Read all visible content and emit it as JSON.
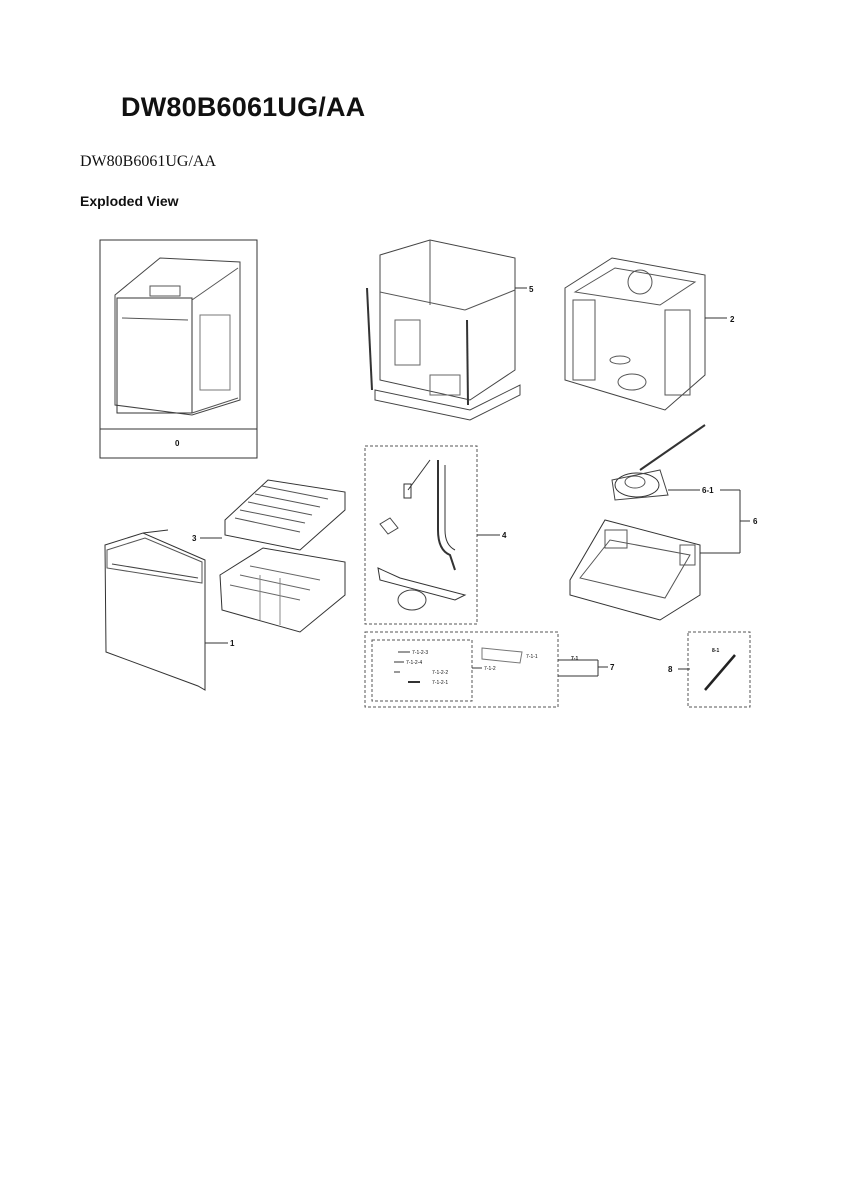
{
  "header": {
    "title": "DW80B6061UG/AA",
    "subtitle": "DW80B6061UG/AA",
    "section": "Exploded View"
  },
  "labels": {
    "p0": "0",
    "p1": "1",
    "p2": "2",
    "p3": "3",
    "p4": "4",
    "p5": "5",
    "p6": "6",
    "p6_1": "6-1",
    "p7": "7",
    "p7_1": "7-1",
    "p7_1_1": "7-1-1",
    "p7_1_2": "7-1-2",
    "p7_1_2_1": "7-1-2-1",
    "p7_1_2_2": "7-1-2-2",
    "p7_1_2_3": "7-1-2-3",
    "p7_1_2_4": "7-1-2-4",
    "p8": "8",
    "p8_1": "8-1"
  }
}
